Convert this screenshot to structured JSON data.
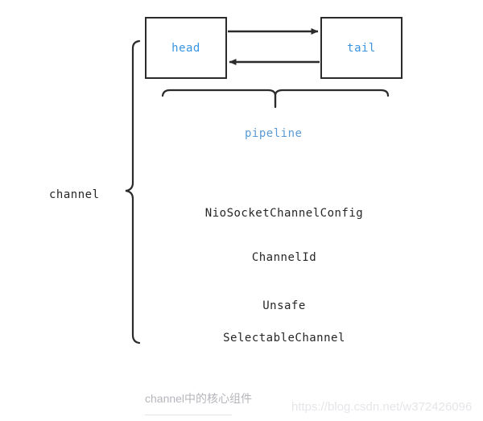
{
  "diagram": {
    "title": "channel中的核心组件",
    "watermark": "https://blog.csdn.net/w372426096",
    "colors": {
      "node_text": "#3a94e0",
      "label_blue": "#5b9bd5",
      "stroke": "#2b2b2b",
      "body_text": "#262626",
      "caption": "#b6b6bc",
      "watermark": "#e6e6ea",
      "background": "#ffffff"
    },
    "nodes": [
      {
        "id": "head",
        "label": "head"
      },
      {
        "id": "tail",
        "label": "tail"
      }
    ],
    "edges": [
      {
        "from": "head",
        "to": "tail",
        "direction": "right",
        "label": ""
      },
      {
        "from": "tail",
        "to": "head",
        "direction": "left",
        "label": ""
      }
    ],
    "groups": [
      {
        "id": "pipeline",
        "label": "pipeline",
        "members": [
          "head",
          "tail"
        ]
      },
      {
        "id": "channel",
        "label": "channel",
        "members": [
          "pipeline",
          "NioSocketChannelConfig",
          "ChannelId",
          "Unsafe",
          "SelectableChannel"
        ]
      }
    ],
    "components": [
      {
        "label": "NioSocketChannelConfig"
      },
      {
        "label": "ChannelId"
      },
      {
        "label": "Unsafe"
      },
      {
        "label": "SelectableChannel"
      }
    ]
  }
}
